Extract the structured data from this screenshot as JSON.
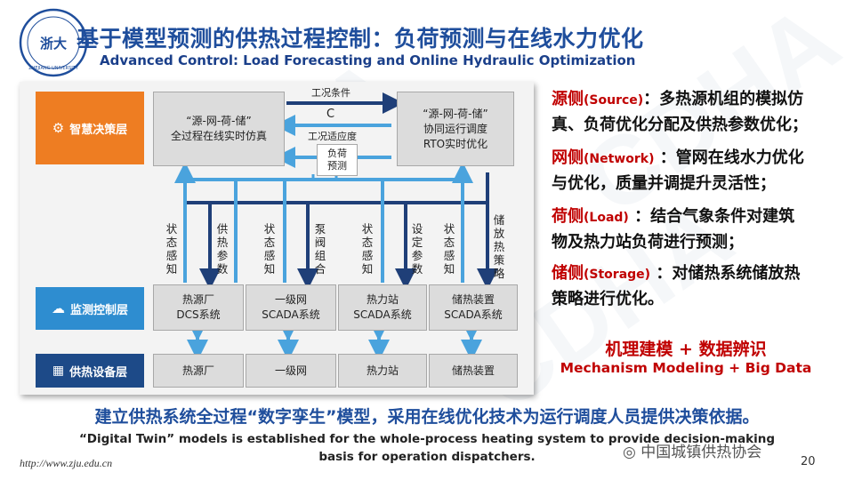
{
  "header": {
    "title": "基于模型预测的供热过程控制：负荷预测与在线水力优化",
    "subtitle": "Advanced Control: Load Forecasting and Online Hydraulic Optimization",
    "logo_text": "ZHEJIANG UNIVERSITY"
  },
  "watermark": "CDHA",
  "diagram": {
    "layers": {
      "smart": "智慧决策层",
      "monitor": "监测控制层",
      "equipment": "供热设备层"
    },
    "top_left_box": {
      "line1": "“源-网-荷-储”",
      "line2": "全过程在线实时仿真"
    },
    "top_right_box": {
      "line1": "“源-网-荷-储”",
      "line2": "协同运行调度",
      "line3": "RTO实时优化"
    },
    "conditions_label": "工况条件",
    "c_label": "C",
    "adaptation_label": "工况适应度",
    "load_forecast": {
      "line1": "负荷",
      "line2": "预测"
    },
    "vertical_labels": [
      "状态感知",
      "供热参数",
      "状态感知",
      "泵阀组合",
      "状态感知",
      "设定参数",
      "状态感知",
      "储放热策略"
    ],
    "monitor_boxes": [
      {
        "line1": "热源厂",
        "line2": "DCS系统"
      },
      {
        "line1": "一级网",
        "line2": "SCADA系统"
      },
      {
        "line1": "热力站",
        "line2": "SCADA系统"
      },
      {
        "line1": "储热装置",
        "line2": "SCADA系统"
      }
    ],
    "equipment_boxes": [
      "热源厂",
      "一级网",
      "热力站",
      "储热装置"
    ]
  },
  "right_panel": {
    "items": [
      {
        "key": "源侧",
        "key_en": "(Source)",
        "text1": "：多热源机组的模拟仿",
        "text2": "真、负荷优化分配及供热参数优化；"
      },
      {
        "key": "网侧",
        "key_en": "(Network)",
        "text1": " ：管网在线水力优化",
        "text2": "与优化，质量并调提升灵活性；"
      },
      {
        "key": "荷侧",
        "key_en": "(Load)",
        "text1": " ：结合气象条件对建筑",
        "text2": "物及热力站负荷进行预测；"
      },
      {
        "key": "储侧",
        "key_en": "(Storage)",
        "text1": " ：对储热系统储放热",
        "text2": "策略进行优化。"
      }
    ],
    "mechanism_cn": "机理建模 + 数据辨识",
    "mechanism_en": "Mechanism Modeling + Big Data"
  },
  "footer": {
    "cn": "建立供热系统全过程“数字孪生”模型，采用在线优化技术为运行调度人员提供决策依据。",
    "en_line1": "“Digital Twin” models is established for the whole-process heating system to provide decision-making",
    "en_line2": "basis for operation dispatchers.",
    "url": "http://www.zju.edu.cn",
    "page": "20",
    "wechat": "中国城镇供热协会"
  },
  "colors": {
    "title_blue": "#1f4e9c",
    "smart_orange": "#ee7d22",
    "monitor_blue": "#2e8dd0",
    "equip_navy": "#1d4a88",
    "arrow_light": "#4aa3dd",
    "arrow_dark": "#1f3f78",
    "red": "#c00000"
  }
}
